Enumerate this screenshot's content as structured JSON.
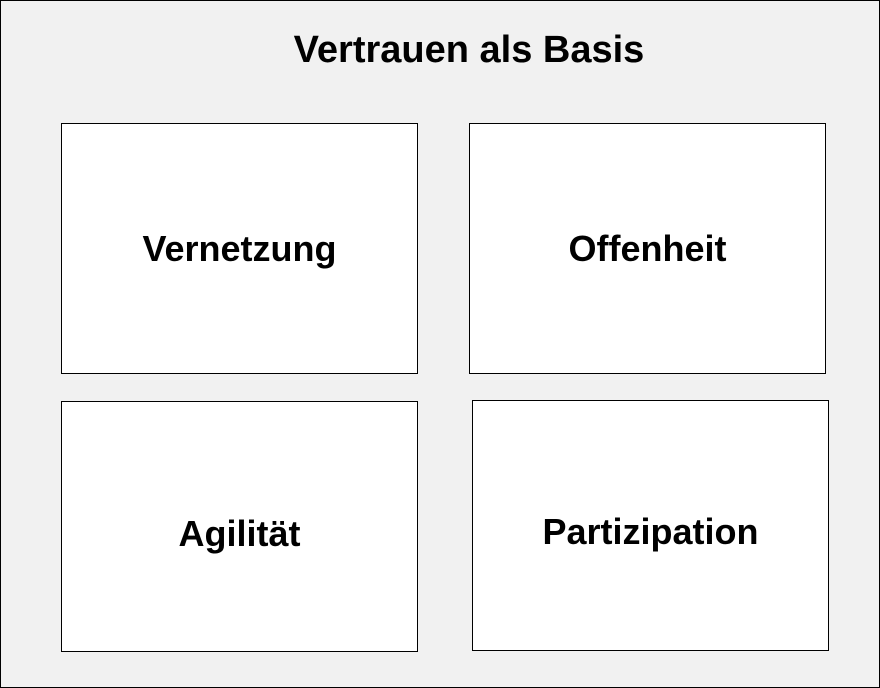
{
  "diagram": {
    "title": "Vertrauen als Basis",
    "boxes": [
      {
        "label": "Vernetzung"
      },
      {
        "label": "Offenheit"
      },
      {
        "label": "Agilität"
      },
      {
        "label": "Partizipation"
      }
    ],
    "colors": {
      "background": "#f1f1f1",
      "box_fill": "#ffffff",
      "border": "#000000",
      "text": "#000000"
    }
  }
}
